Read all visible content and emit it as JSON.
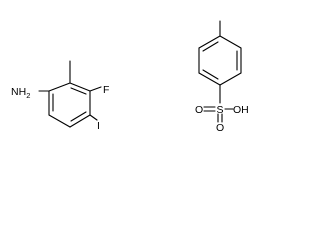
{
  "molecule_1": {
    "labels": {
      "amine": "NH2",
      "fluoro": "F",
      "iodo": "I"
    }
  },
  "molecule_2": {
    "labels": {
      "sulfur": "S",
      "oxygen_left": "O",
      "oxygen_bottom": "O",
      "hydroxyl": "OH"
    }
  },
  "colors": {
    "ink": "#000000",
    "background": "#ffffff"
  }
}
